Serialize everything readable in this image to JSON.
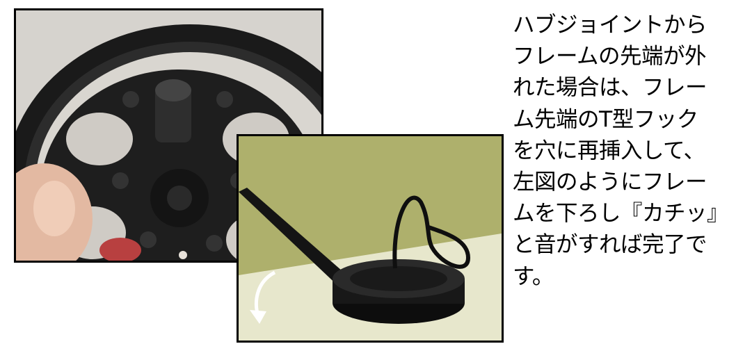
{
  "instruction": {
    "lines": [
      "ハブジョイントから",
      "フレームの先端が外",
      "れた場合は、フレー",
      "ム先端のT型フック",
      "を穴に再挿入して、",
      "左図のようにフレー",
      "ムを下ろし『カチッ』",
      "と音がすれば完了で",
      "す。"
    ]
  },
  "photos": [
    {
      "subject": "hub-joint-closeup",
      "colors": {
        "background": "#d3d0cb",
        "plastic": "#1c1c1c",
        "finger": "#e0b6a0"
      }
    },
    {
      "subject": "frame-lowered-into-hub",
      "colors": {
        "background": "#b0b070",
        "floor": "#e6e6c8",
        "arrow": "#ffffff"
      }
    }
  ]
}
